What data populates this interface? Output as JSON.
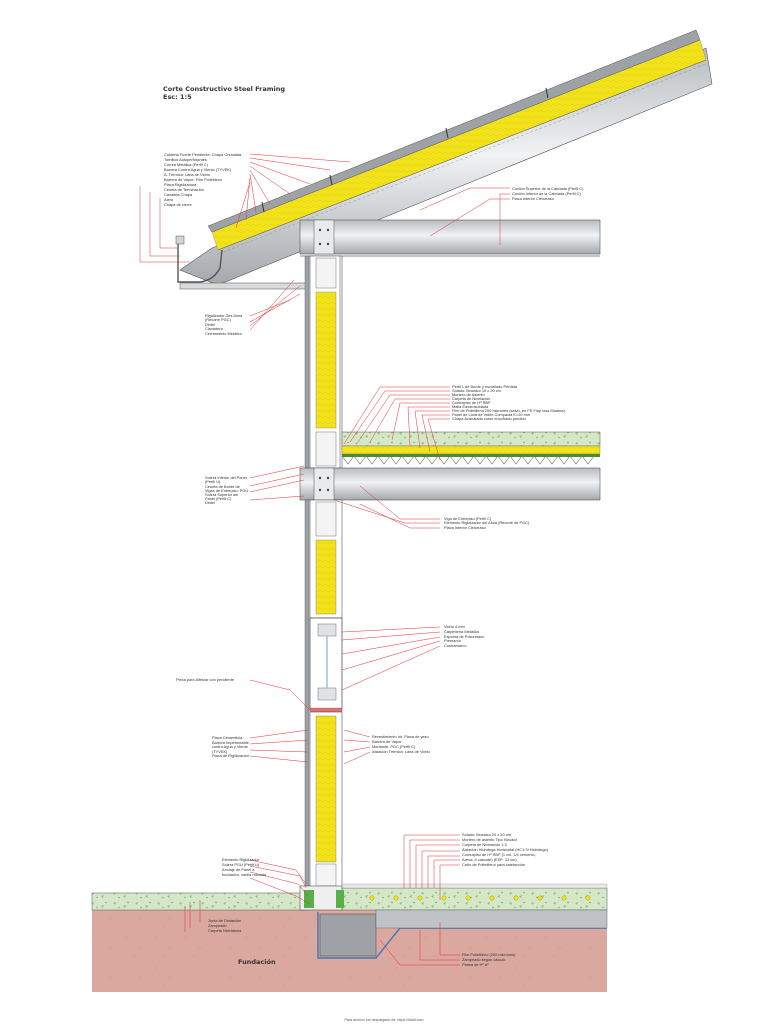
{
  "title": {
    "line1": "Corte Constructivo Steel Framing",
    "line2": "Esc: 1:5"
  },
  "colors": {
    "insulation": "#f2e21a",
    "steel": "#c8ccd0",
    "concrete": "#cfe4c4",
    "ground": "#d8a59c",
    "leader": "#e53030"
  },
  "labels": {
    "roof_left": [
      "Cubierta Fuerte Pendiente: Chapa Ondulada",
      "Tornillos Autoperforantes",
      "Correa Metálica (Perfil C)",
      "Barrera Contra Agua y Viento (TYVEK)",
      "A. Térmica: Lana de Vidrio",
      "Barrera de Vapor: Film Polietileno",
      "Placa Rigidizadora",
      "Cenefa de Terminación",
      "Canaleta Chapa",
      "Alero",
      "Chapa de cierre"
    ],
    "roof_right": [
      "Cordón Superior de la Cabriada (Perfil C)",
      "Cordón Inferior de la Cabriada (Perfil C)",
      "Placa Interior Cielorraso"
    ],
    "eave": [
      "Rigidizador Des Alma",
      "(Recorte PGC)",
      "Dintel",
      "Clavadera",
      "Cerramiento Metálico"
    ],
    "floor_right": [
      "Perfil L de Borde y escotilado Perdida",
      "Solado: Mosaico 10 x 20 cm",
      "Mortero de Asiento",
      "Carpeta de Nivelación",
      "Contrapiso de Hº RBP",
      "Malla Electrosoldada",
      "Film de Polietileno 200 micrones (salvo, en FR Flap losa Madera)",
      "Panel de Lana de Vidrio Compacta E=20 mm",
      "Chapa Acanalada como encofrado perdido"
    ],
    "floor_left": [
      "Solera Inferior del Panel",
      "(Perfil U)",
      "Cenefa de Borde de",
      "Vigas de Entrepiso: PGU",
      "Solera Superior del",
      "Panel (Perfil C)",
      "Dintel"
    ],
    "beam_right": [
      "Viga de Entrepiso (Perfil C)",
      "Elemento Rigidizador del Alma (Recorte de PGC)",
      "Placa Interior Cielorraso"
    ],
    "window_right": [
      "Vidrio 4 mm",
      "Carpintería Metálica",
      "Espuma de Poliuretano",
      "Premarco",
      "Contramarco"
    ],
    "window_left": [
      "Pieza para Alféizar con pendiente"
    ],
    "wall_left": [
      "Placa Cementicia",
      "Barrera Impermeable",
      "contra Agua y Viento",
      "(TYVEK)",
      "Placa de Rigidización"
    ],
    "wall_right": [
      "Revestimiento Int. Placa de yeso",
      "Barrera de Vapor",
      "Montante: PGC (Perfil C)",
      "Aislación Térmica: Lana de Vidrio"
    ],
    "slab_right": [
      "Solado: Mosaico 20 x 20 cm",
      "Mortero de asiento Tipo Klaukol",
      "Carpeta de Nivelación 1:3",
      "Aislación Hidrófuga Horizontal (HC1:3+Hidrófugo)",
      "Contrapiso de Hº RBP (1 vol. 1/4 cemento,",
      "Arena: 4 cascote) (ESP: 12 cm)",
      "Caño de Polietileno para calefacción"
    ],
    "base_left": [
      "Elemento Rigidizador",
      "Solera PGU (Perfil U)",
      "Anclaje de Panel a",
      "fundación, varilla roscada"
    ],
    "found_left": [
      "Junta de Dilatación",
      "Zampeado",
      "Carpeta Nivelatoria"
    ],
    "found_right": [
      "Film Polietileno (200 micrones)",
      "Zampeado según cálculo",
      "Platea de Hº Aº"
    ]
  },
  "foundation_label": "Fundación",
  "footer": "Para archivo fue descargado de: https://lladd.com"
}
